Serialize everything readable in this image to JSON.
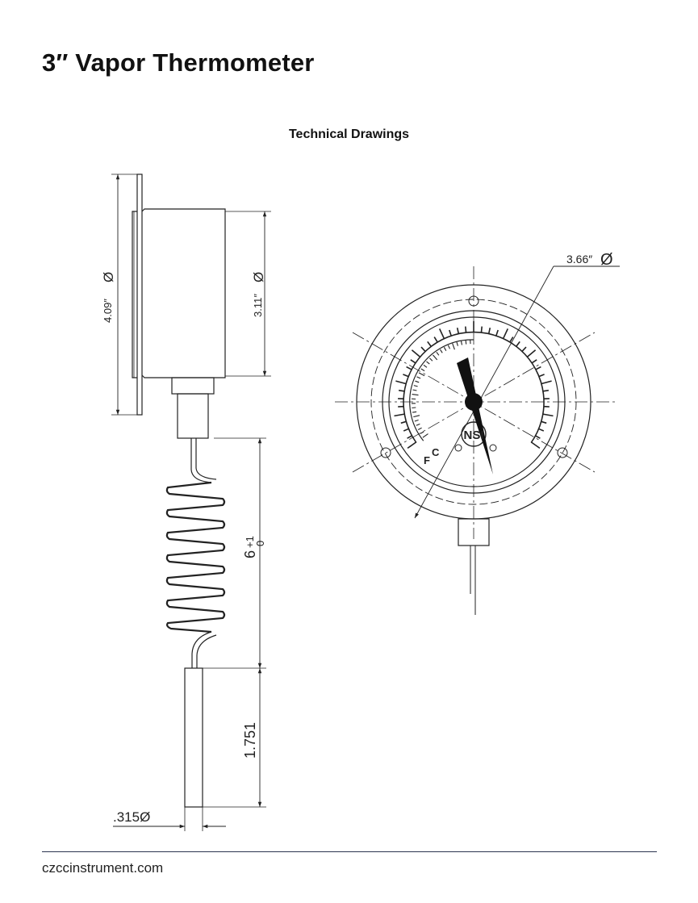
{
  "page": {
    "title": "3″ Vapor Thermometer",
    "section_title": "Technical Drawings",
    "footer": "czccinstrument.com"
  },
  "side_view": {
    "flange_dia": "4.09″",
    "case_dia": "3.11″",
    "dia_symbol": "Ø",
    "capillary_len_main": "6",
    "capillary_tol_upper": "+1",
    "capillary_tol_lower": "0",
    "bulb_len": "1.751",
    "bulb_dia": ".315Ø"
  },
  "front_view": {
    "bolt_circle_dia": "3.66″",
    "dia_symbol": "Ø",
    "logo": "NSI",
    "scale_label_f": "F",
    "scale_label_c": "C"
  }
}
